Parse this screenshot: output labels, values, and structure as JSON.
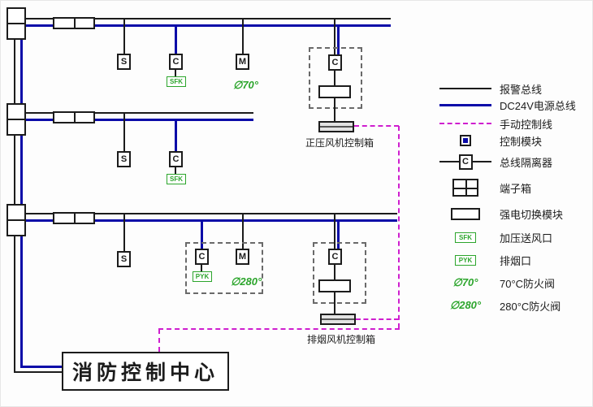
{
  "title": "消防控制中心",
  "labels": {
    "pressure_fan": "正压风机控制箱",
    "smoke_fan": "排烟风机控制箱"
  },
  "symbols": {
    "s": "S",
    "c": "C",
    "m": "M",
    "sfk": "SFK",
    "pyk": "PYK",
    "valve70": "∅70°",
    "valve280": "∅280°"
  },
  "legend": {
    "alarm_bus": "报警总线",
    "power_bus": "DC24V电源总线",
    "manual_line": "手动控制线",
    "control_module": "控制模块",
    "bus_isolator": "总线隔离器",
    "terminal_box": "端子箱",
    "power_switch_module": "强电切换模块",
    "air_supply_outlet": "加压送风口",
    "smoke_outlet": "排烟口",
    "valve70_label": "70°C防火阀",
    "valve280_label": "280°C防火阀"
  },
  "colors": {
    "alarm_bus": "#1c1c1c",
    "power_bus": "#0a0aa8",
    "manual_line": "#cf1fcf",
    "device_green": "#2ca52c"
  }
}
